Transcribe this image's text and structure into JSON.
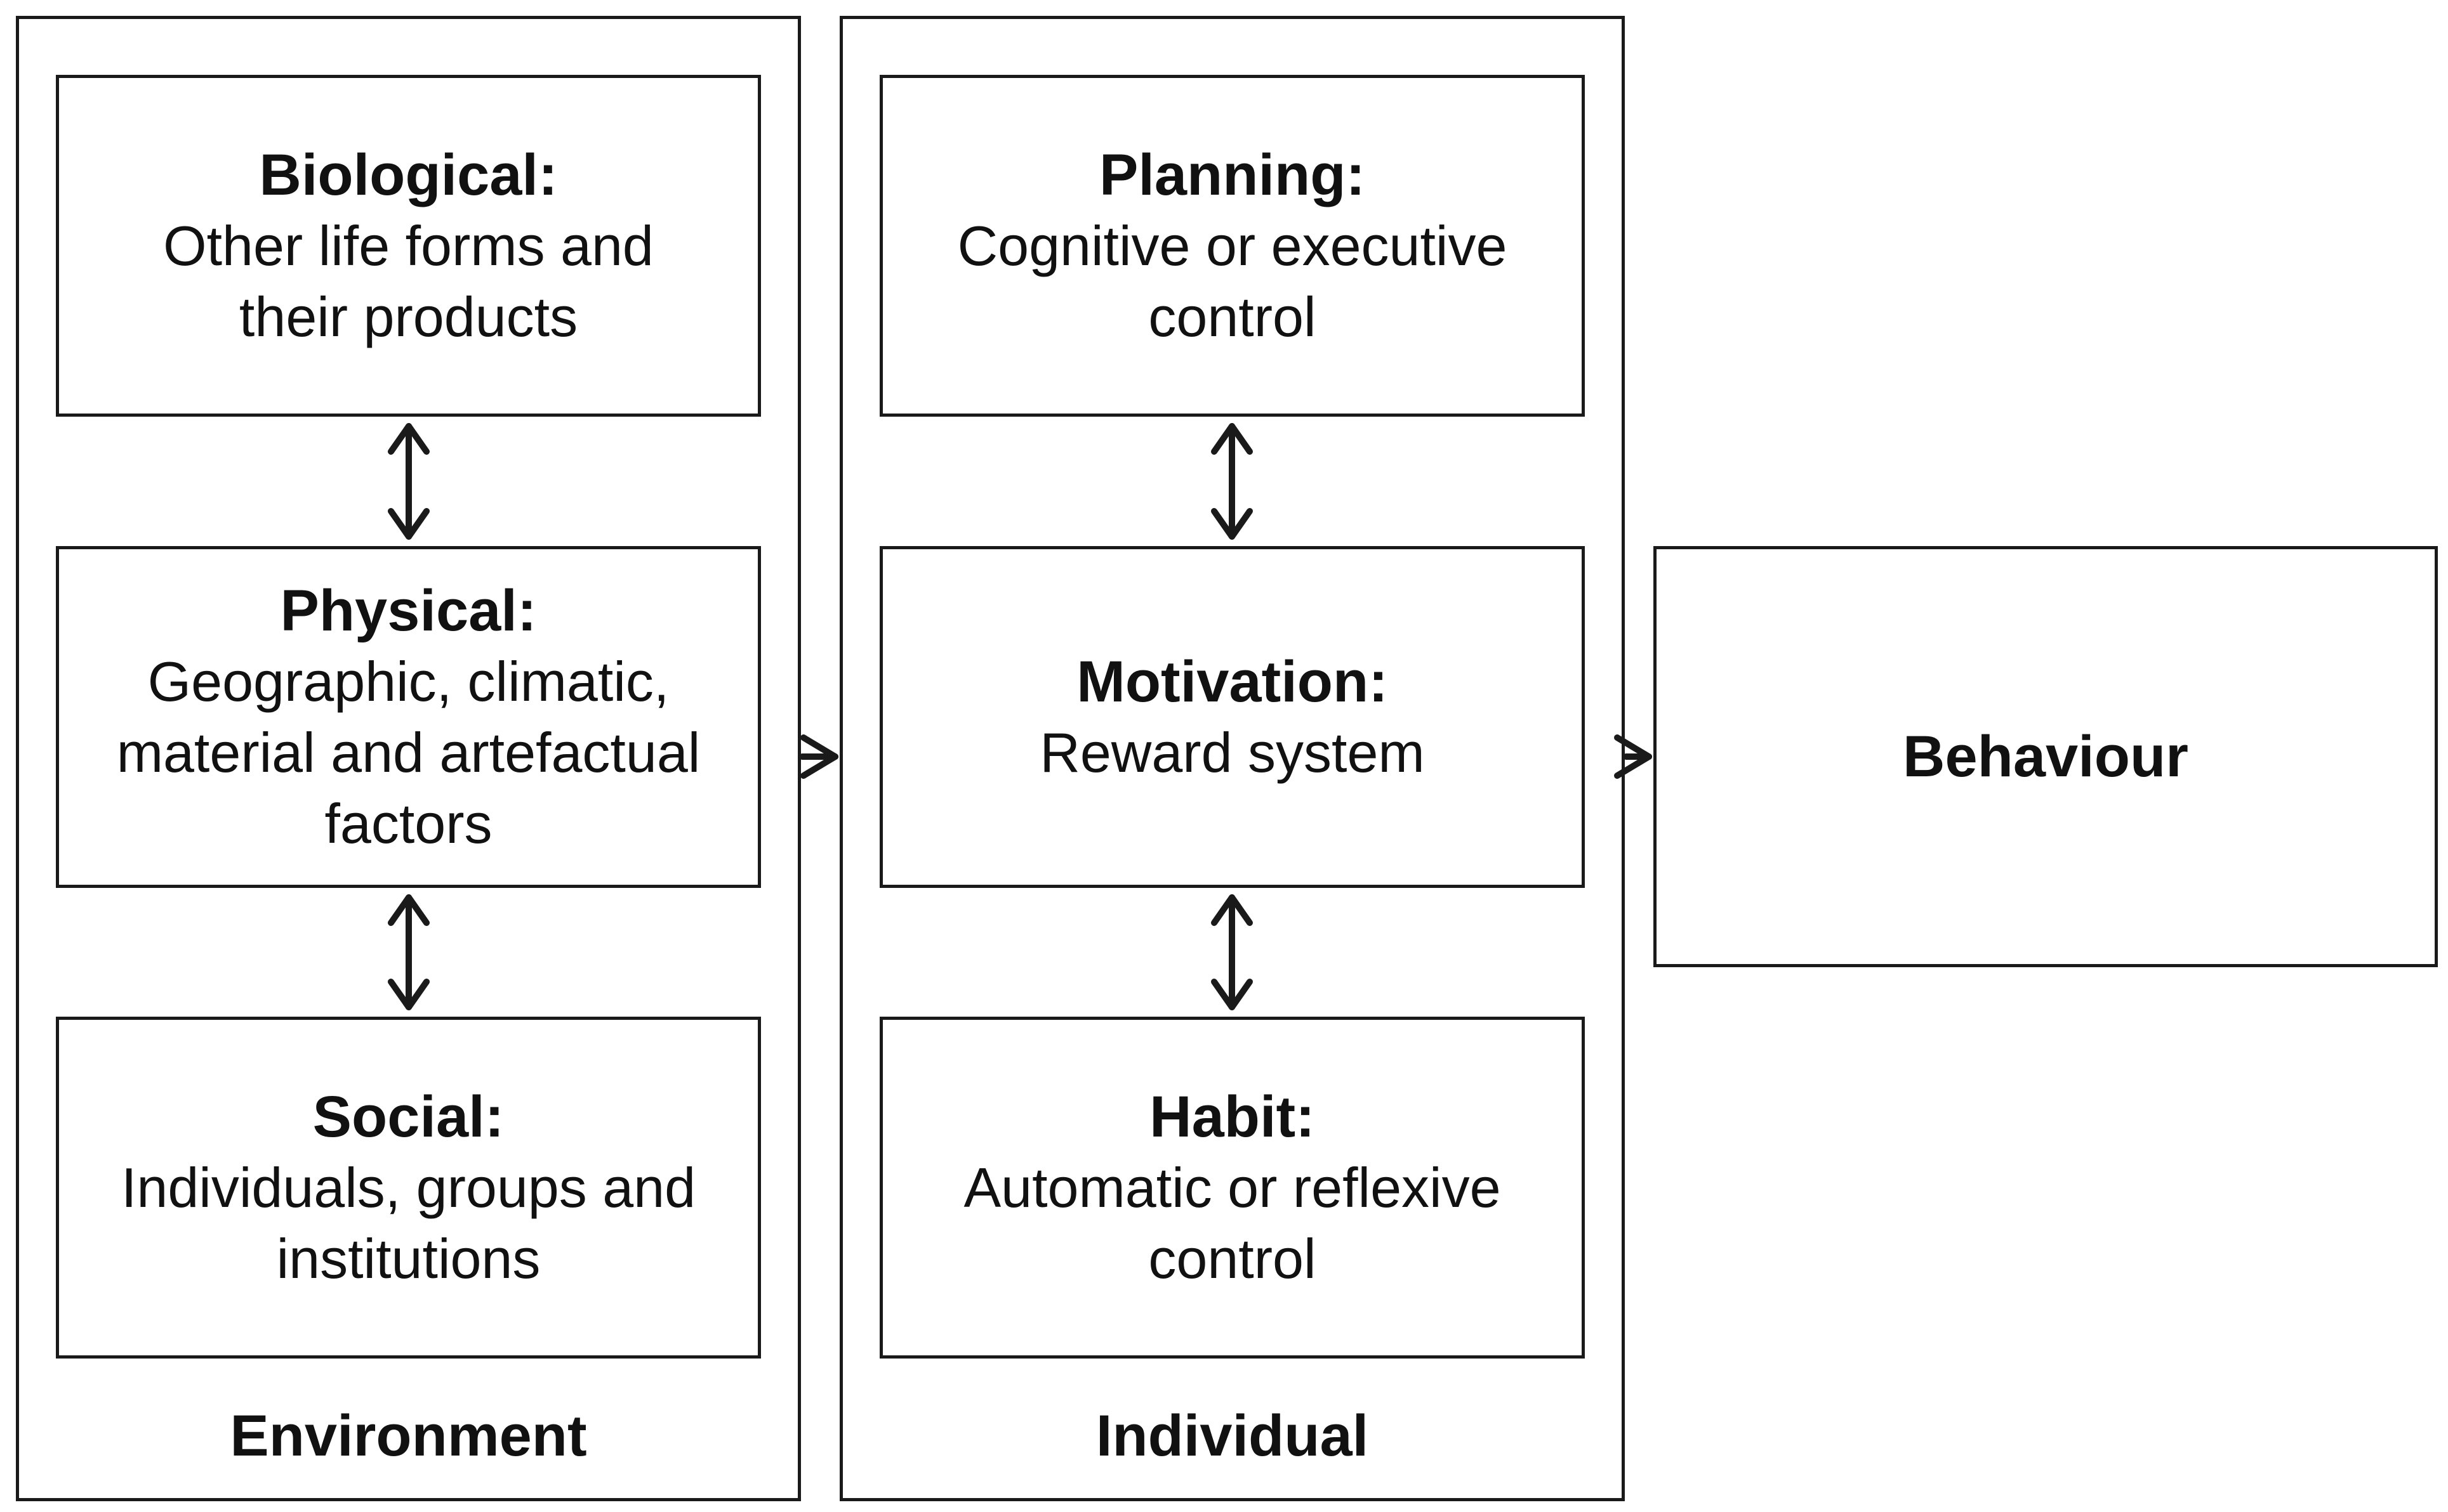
{
  "environment": {
    "label": "Environment",
    "biological": {
      "title": "Biological:",
      "line1": "Other life forms and",
      "line2": "their products"
    },
    "physical": {
      "title": "Physical:",
      "line1": "Geographic, climatic,",
      "line2": "material and artefactual",
      "line3": "factors"
    },
    "social": {
      "title": "Social:",
      "line1": "Individuals, groups and",
      "line2": "institutions"
    }
  },
  "individual": {
    "label": "Individual",
    "planning": {
      "title": "Planning:",
      "line1": "Cognitive or executive",
      "line2": "control"
    },
    "motivation": {
      "title": "Motivation:",
      "line1": "Reward system"
    },
    "habit": {
      "title": "Habit:",
      "line1": "Automatic or reflexive",
      "line2": "control"
    }
  },
  "behaviour": {
    "title": "Behaviour"
  },
  "colors": {
    "stroke": "#1a1a1a",
    "background": "#ffffff",
    "text": "#111111"
  }
}
